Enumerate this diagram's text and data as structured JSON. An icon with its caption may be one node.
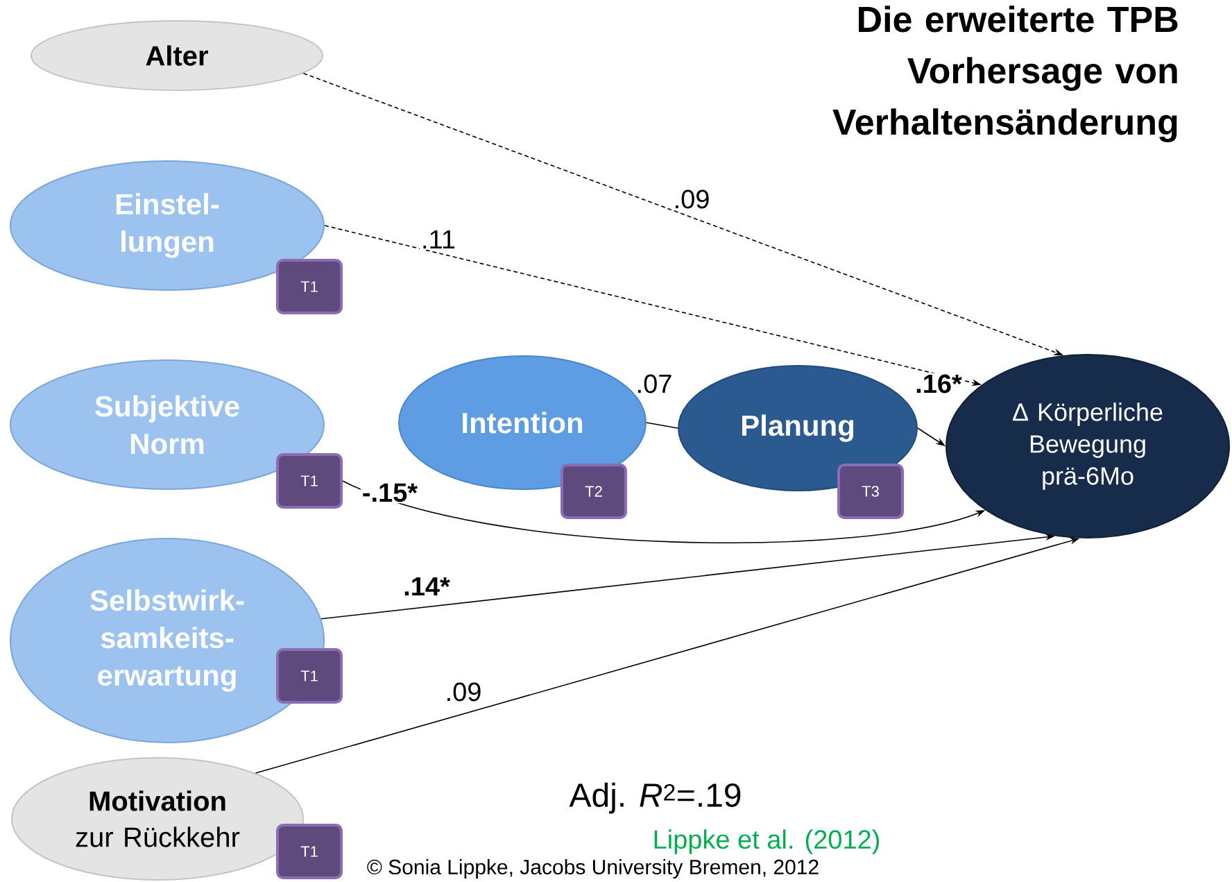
{
  "diagram": {
    "title": "Die erweiterte TPB Vorhersage von Verhaltensänderung",
    "nodes": [
      {
        "text": [
          "Alter"
        ]
      },
      {
        "text": [
          "Einstel- lungen"
        ]
      },
      {
        "text": [
          "T1"
        ]
      },
      {
        "text": [
          "Subjektive Norm"
        ]
      },
      {
        "text": [
          "T1"
        ]
      },
      {
        "text": [
          "Intention"
        ]
      },
      {
        "text": [
          "T2"
        ]
      },
      {
        "text": [
          "Planung"
        ]
      },
      {
        "text": [
          "T3"
        ]
      },
      {
        "text": [
          "Δ Körperliche Bewegung prä-6Mo"
        ]
      },
      {
        "text": [
          "Selbstwirk- samkeits- erwartung"
        ]
      },
      {
        "text": [
          "T1"
        ]
      },
      {
        "text": [
          "**Motivation** zur Rückkehr"
        ]
      },
      {
        "text": [
          "T1"
        ]
      }
    ],
    "edges": [
      {
        "from": 0,
        "to": 9,
        "arrow": "to",
        "label": ".09",
        "style": "dashed"
      },
      {
        "from": 1,
        "to": 9,
        "arrow": "to",
        "label": ".11",
        "style": "dashed"
      },
      {
        "from": 5,
        "to": 7,
        "arrow": "none",
        "label": ".07"
      },
      {
        "from": 7,
        "to": 9,
        "arrow": "to",
        "label": ".16*"
      },
      {
        "from": 4,
        "to": 9,
        "arrow": "to",
        "label": "-.15*"
      },
      {
        "from": 10,
        "to": 9,
        "arrow": "to",
        "label": ".14*"
      },
      {
        "from": 12,
        "to": 9,
        "arrow": "to",
        "label": ".09"
      }
    ],
    "labels": [
      "Adj. *R*$^{2}$=.19",
      "Lippke et al. (2012)",
      "© Sonia Lippke, Jacobs University Bremen, 2012"
    ]
  }
}
